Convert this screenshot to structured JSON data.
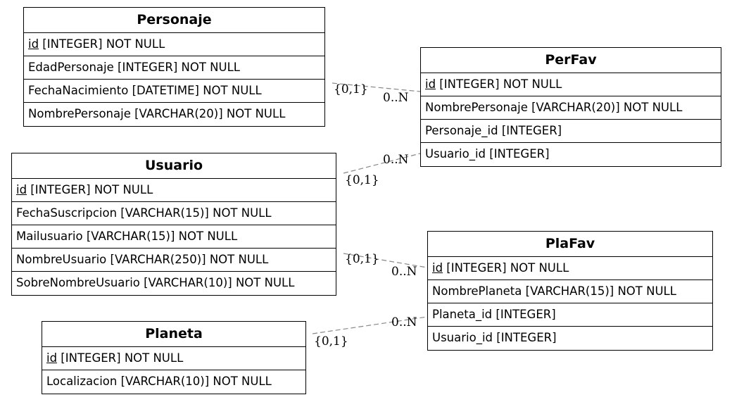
{
  "entities": {
    "personaje": {
      "name": "Personaje",
      "fields": [
        {
          "pk": "id",
          "rest": " [INTEGER] NOT NULL"
        },
        {
          "pk": "",
          "rest": "EdadPersonaje [INTEGER] NOT NULL"
        },
        {
          "pk": "",
          "rest": "FechaNacimiento [DATETIME] NOT NULL"
        },
        {
          "pk": "",
          "rest": "NombrePersonaje [VARCHAR(20)] NOT NULL"
        }
      ]
    },
    "usuario": {
      "name": "Usuario",
      "fields": [
        {
          "pk": "id",
          "rest": " [INTEGER] NOT NULL"
        },
        {
          "pk": "",
          "rest": "FechaSuscripcion [VARCHAR(15)] NOT NULL"
        },
        {
          "pk": "",
          "rest": "Mailusuario [VARCHAR(15)] NOT NULL"
        },
        {
          "pk": "",
          "rest": "NombreUsuario [VARCHAR(250)] NOT NULL"
        },
        {
          "pk": "",
          "rest": "SobreNombreUsuario [VARCHAR(10)] NOT NULL"
        }
      ]
    },
    "planeta": {
      "name": "Planeta",
      "fields": [
        {
          "pk": "id",
          "rest": " [INTEGER] NOT NULL"
        },
        {
          "pk": "",
          "rest": "Localizacion [VARCHAR(10)] NOT NULL"
        }
      ]
    },
    "perfav": {
      "name": "PerFav",
      "fields": [
        {
          "pk": "id",
          "rest": " [INTEGER] NOT NULL"
        },
        {
          "pk": "",
          "rest": "NombrePersonaje [VARCHAR(20)] NOT NULL"
        },
        {
          "pk": "",
          "rest": "Personaje_id [INTEGER]"
        },
        {
          "pk": "",
          "rest": "Usuario_id [INTEGER]"
        }
      ]
    },
    "plafav": {
      "name": "PlaFav",
      "fields": [
        {
          "pk": "id",
          "rest": " [INTEGER] NOT NULL"
        },
        {
          "pk": "",
          "rest": "NombrePlaneta [VARCHAR(15)] NOT NULL"
        },
        {
          "pk": "",
          "rest": "Planeta_id [INTEGER]"
        },
        {
          "pk": "",
          "rest": "Usuario_id [INTEGER]"
        }
      ]
    }
  },
  "relations": [
    {
      "from": "personaje",
      "to": "perfav",
      "from_card": "{0,1}",
      "to_card": "0..N"
    },
    {
      "from": "usuario",
      "to": "perfav",
      "from_card": "{0,1}",
      "to_card": "0..N"
    },
    {
      "from": "usuario",
      "to": "plafav",
      "from_card": "{0,1}",
      "to_card": "0..N"
    },
    {
      "from": "planeta",
      "to": "plafav",
      "from_card": "{0,1}",
      "to_card": "0..N"
    }
  ]
}
